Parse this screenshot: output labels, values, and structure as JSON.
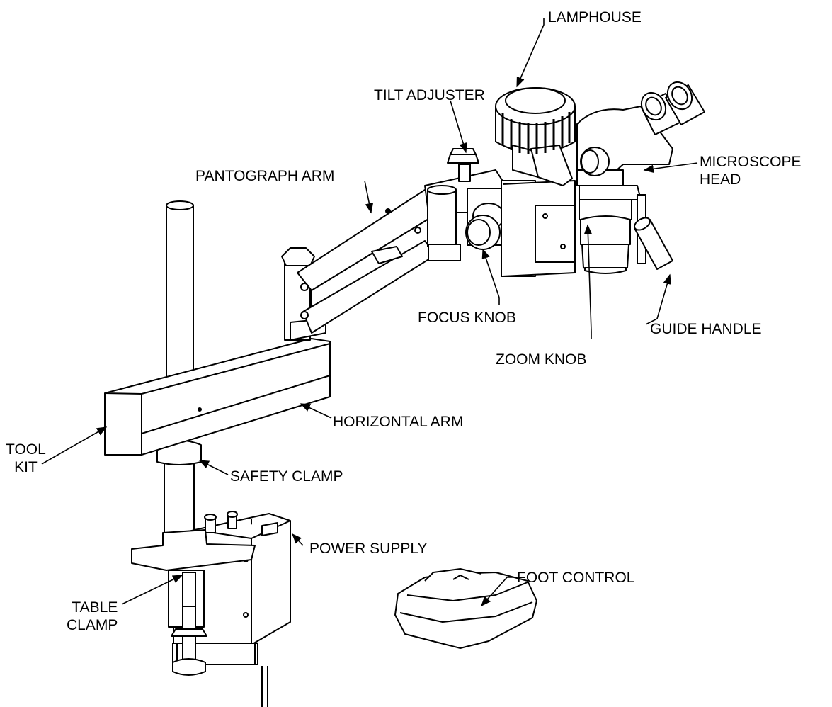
{
  "diagram": {
    "labels": {
      "lamphouse": "LAMPHOUSE",
      "tilt_adjuster": "TILT ADJUSTER",
      "pantograph_arm": "PANTOGRAPH ARM",
      "microscope_head_line1": "MICROSCOPE",
      "microscope_head_line2": "HEAD",
      "focus_knob": "FOCUS KNOB",
      "guide_handle": "GUIDE HANDLE",
      "zoom_knob": "ZOOM KNOB",
      "horizontal_arm": "HORIZONTAL ARM",
      "tool_kit_line1": "TOOL",
      "tool_kit_line2": "KIT",
      "safety_clamp": "SAFETY CLAMP",
      "power_supply": "POWER SUPPLY",
      "foot_control": "FOOT CONTROL",
      "table_clamp_line1": "TABLE",
      "table_clamp_line2": "CLAMP"
    }
  }
}
